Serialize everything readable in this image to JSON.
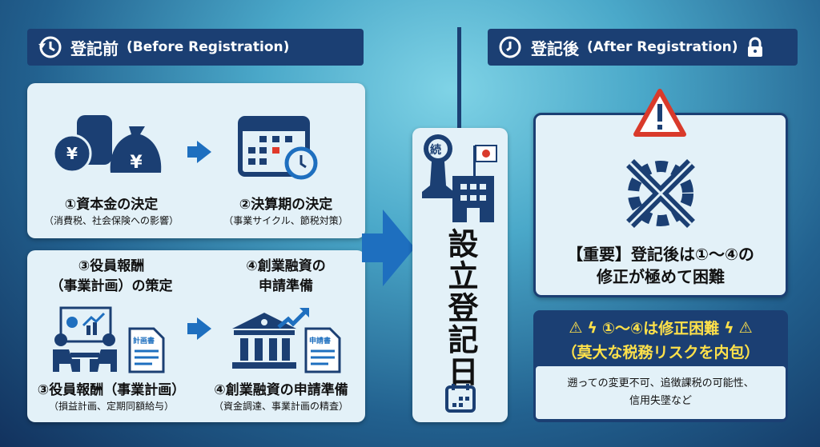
{
  "before_header": {
    "title": "登記前",
    "subtitle": "(Before Registration)"
  },
  "after_header": {
    "title": "登記後",
    "subtitle": "(After Registration)"
  },
  "steps": [
    {
      "title": "①資本金の決定",
      "note": "（消費税、社会保険への影響）"
    },
    {
      "title": "②決算期の決定",
      "note": "（事業サイクル、節税対策）"
    },
    {
      "heading": "③役員報酬\n（事業計画）の策定",
      "title": "③役員報酬（事業計画）",
      "note": "（損益計画、定期同額給与）",
      "doc_label": "計画書"
    },
    {
      "heading": "④創業融資の\n申請準備",
      "title": "④創業融資の申請準備",
      "note": "（資金調達、事業計画の精査）",
      "doc_label": "申請書"
    }
  ],
  "center": {
    "stamp_char": "続",
    "label": "設立登記日"
  },
  "important": {
    "text": "【重要】登記後は①～④の\n修正が極めて困難"
  },
  "warning": {
    "line1": "①～④は修正困難",
    "line2": "（莫大な税務リスクを内包）",
    "detail": "遡っての変更不可、追徴課税の可能性、\n信用失墜など"
  },
  "colors": {
    "navy": "#1b3f73",
    "accent": "#1e6fbf",
    "warning_yellow": "#ffe14a",
    "alert_red": "#d93a2b"
  }
}
